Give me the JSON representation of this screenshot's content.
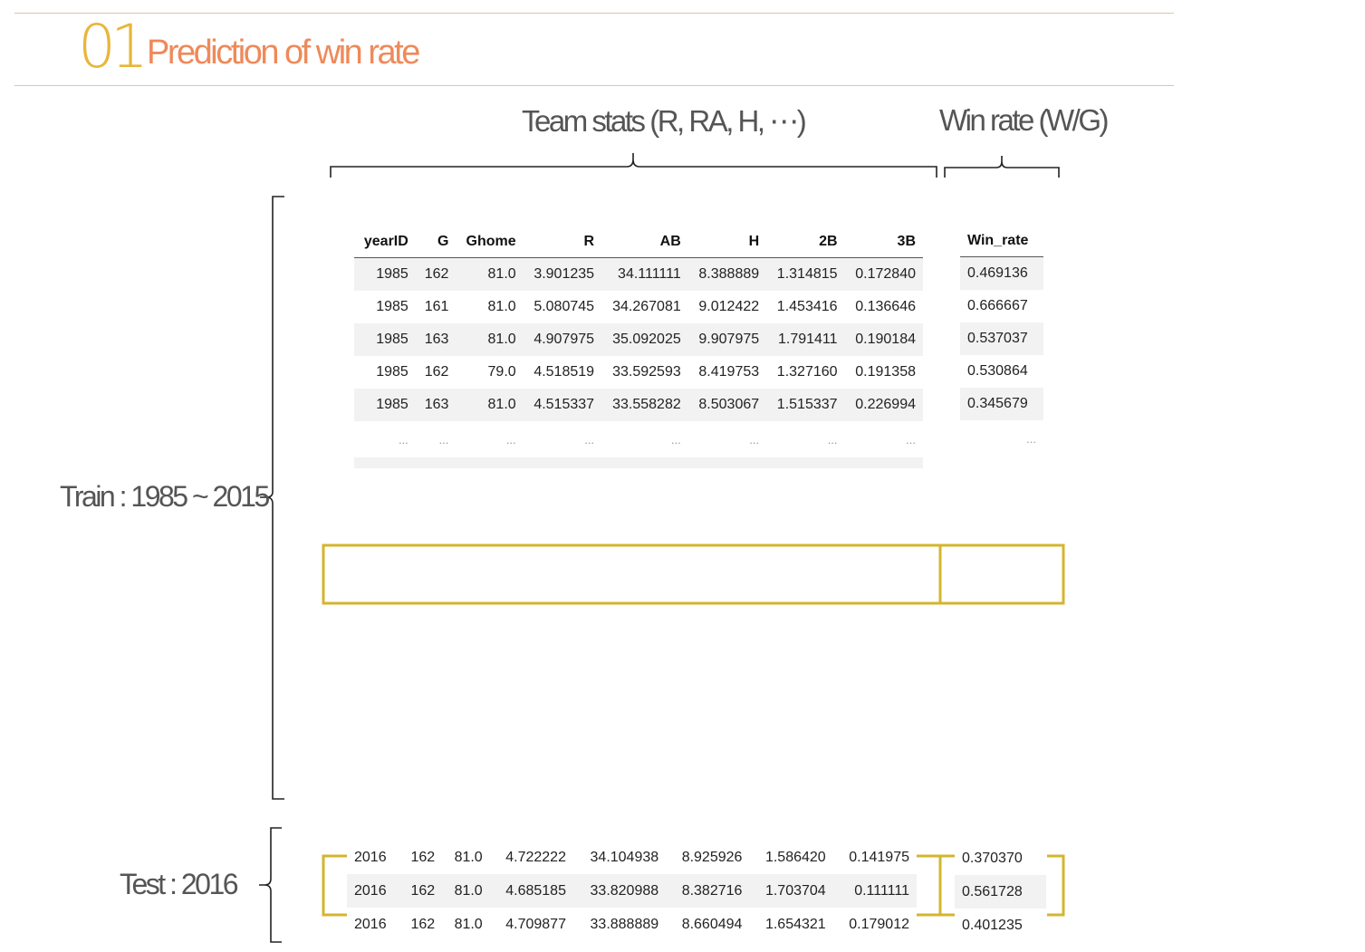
{
  "section": {
    "number": "01",
    "title": "Prediction of win rate"
  },
  "captions": {
    "team_stats": "Team stats (R, RA, H, ⋯)",
    "win_rate": "Win rate (W/G)"
  },
  "labels": {
    "train": "Train : 1985 ~ 2015",
    "test": "Test : 2016"
  },
  "train_table": {
    "columns": [
      "yearID",
      "G",
      "Ghome",
      "R",
      "AB",
      "H",
      "2B",
      "3B"
    ],
    "rows": [
      [
        "1985",
        "162",
        "81.0",
        "3.901235",
        "34.111111",
        "8.388889",
        "1.314815",
        "0.172840"
      ],
      [
        "1985",
        "161",
        "81.0",
        "5.080745",
        "34.267081",
        "9.012422",
        "1.453416",
        "0.136646"
      ],
      [
        "1985",
        "163",
        "81.0",
        "4.907975",
        "35.092025",
        "9.907975",
        "1.791411",
        "0.190184"
      ],
      [
        "1985",
        "162",
        "79.0",
        "4.518519",
        "33.592593",
        "8.419753",
        "1.327160",
        "0.191358"
      ],
      [
        "1985",
        "163",
        "81.0",
        "4.515337",
        "33.558282",
        "8.503067",
        "1.515337",
        "0.226994"
      ]
    ],
    "ellipsis": "..."
  },
  "train_target": {
    "column": "Win_rate",
    "values": [
      "0.469136",
      "0.666667",
      "0.537037",
      "0.530864",
      "0.345679"
    ],
    "ellipsis": "..."
  },
  "test_table": {
    "rows": [
      [
        "2016",
        "162",
        "81.0",
        "4.722222",
        "34.104938",
        "8.925926",
        "1.586420",
        "0.141975"
      ],
      [
        "2016",
        "162",
        "81.0",
        "4.685185",
        "33.820988",
        "8.382716",
        "1.703704",
        "0.111111"
      ],
      [
        "2016",
        "162",
        "81.0",
        "4.709877",
        "33.888889",
        "8.660494",
        "1.654321",
        "0.179012"
      ]
    ]
  },
  "test_target": {
    "values": [
      "0.370370",
      "0.561728",
      "0.401235"
    ]
  },
  "colors": {
    "accent_gold": "#d4b52e",
    "title_orange": "#ee8a5a",
    "number_yellow": "#e9b63a",
    "rule": "#d8c9a8"
  }
}
